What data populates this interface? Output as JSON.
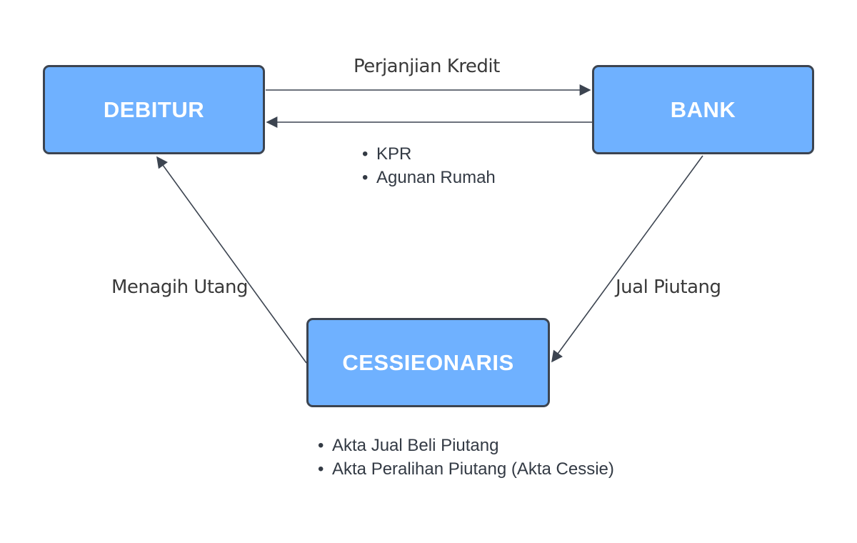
{
  "nodes": {
    "debitur": "DEBITUR",
    "bank": "BANK",
    "cessieonaris": "CESSIEONARIS"
  },
  "edges": {
    "debitur_to_bank": "Perjanjian Kredit",
    "cessieonaris_to_debitur": "Menagih Utang",
    "bank_to_cessieonaris": "Jual Piutang"
  },
  "notes": {
    "bank_to_debitur": [
      "KPR",
      "Agunan Rumah"
    ],
    "cessieonaris": [
      "Akta Jual Beli Piutang",
      "Akta Peralihan Piutang (Akta Cessie)"
    ]
  },
  "colors": {
    "node_fill": "#6fb1ff",
    "node_border": "#3c4450",
    "arrow": "#3c4450",
    "text": "#333a44"
  }
}
